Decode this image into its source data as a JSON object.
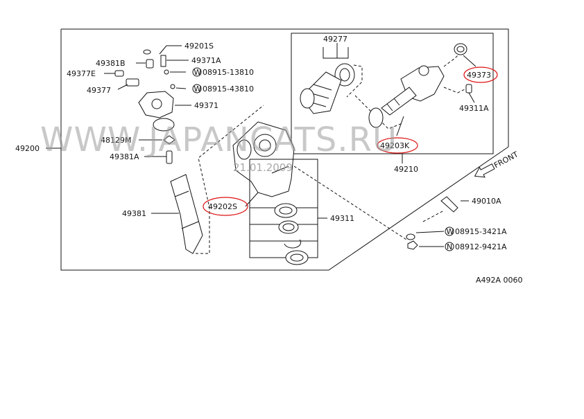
{
  "watermark": {
    "text": "WWW.JAPANCATS.RU",
    "date": "21.01.2009"
  },
  "figure_code": "A492A 0060",
  "direction_label": "FRONT",
  "highlight_color": "#dd1111",
  "assembly_number": "49200",
  "parts": {
    "p49201S": "49201S",
    "p49371A": "49371A",
    "p49381B": "49381B",
    "p49377E": "49377E",
    "p49377": "49377",
    "w08915_13810": "08915-13810",
    "w08915_43810": "08915-43810",
    "p49371": "49371",
    "p48129M": "48129M",
    "p49381A": "49381A",
    "p49381": "49381",
    "p49202S": "49202S",
    "p49311": "49311",
    "p49277": "49277",
    "p49373": "49373",
    "p49311A": "49311A",
    "p49203K": "49203K",
    "p49210": "49210",
    "p49010A": "49010A",
    "w08915_3421A": "08915-3421A",
    "n08912_9421A": "08912-9421A"
  },
  "markers": {
    "washer": "W",
    "nut": "N"
  }
}
